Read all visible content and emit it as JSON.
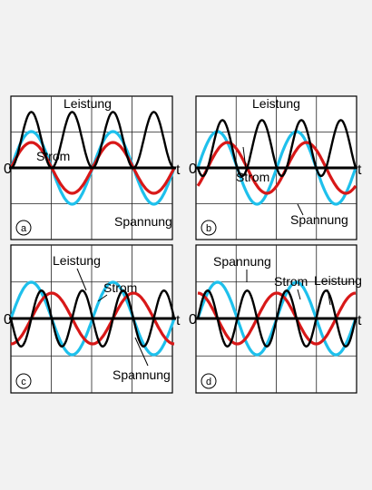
{
  "colors": {
    "background": "#f2f2f2",
    "panel": "#ffffff",
    "grid": "#000000",
    "leistung": "#000000",
    "strom": "#d81818",
    "spannung": "#1ec0ec"
  },
  "axis_labels": {
    "origin": "0",
    "time": "t"
  },
  "panels": [
    {
      "letter": "a",
      "labels": {
        "leistung": "Leistung",
        "strom": "Strom",
        "spannung": "Spannung"
      },
      "waves": {
        "spannung": {
          "amplitude": 1.0,
          "phase_deg": 0
        },
        "strom": {
          "amplitude": 0.7,
          "phase_deg": 0
        },
        "leistung": {
          "offset": 0.0,
          "scale": 2.0
        }
      }
    },
    {
      "letter": "b",
      "labels": {
        "leistung": "Leistung",
        "strom": "Strom",
        "spannung": "Spannung"
      },
      "waves": {
        "spannung": {
          "amplitude": 1.0,
          "phase_deg": 0
        },
        "strom": {
          "amplitude": 0.7,
          "phase_deg": -45
        },
        "leistung": {
          "offset": 0.0,
          "scale": 2.0
        }
      }
    },
    {
      "letter": "c",
      "labels": {
        "leistung": "Leistung",
        "strom": "Strom",
        "spannung": "Spannung"
      },
      "waves": {
        "spannung": {
          "amplitude": 1.0,
          "phase_deg": 0
        },
        "strom": {
          "amplitude": 0.7,
          "phase_deg": -90
        },
        "leistung": {
          "offset": 0.0,
          "scale": 2.0
        }
      }
    },
    {
      "letter": "d",
      "labels": {
        "leistung": "Leistung",
        "strom": "Strom",
        "spannung": "Spannung"
      },
      "waves": {
        "spannung": {
          "amplitude": 1.0,
          "phase_deg": 0
        },
        "strom": {
          "amplitude": 0.7,
          "phase_deg": 90
        },
        "leistung": {
          "offset": 0.0,
          "scale": 2.0
        }
      }
    }
  ]
}
